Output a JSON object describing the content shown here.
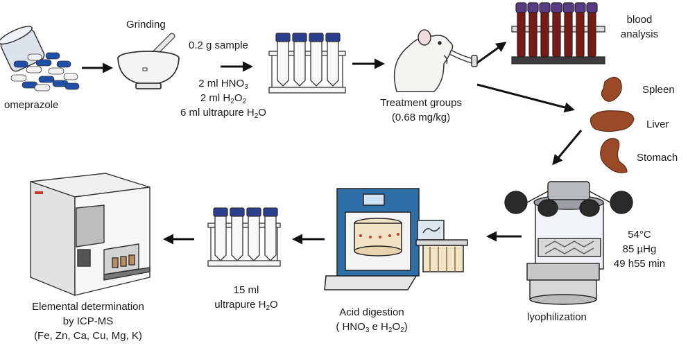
{
  "colors": {
    "capsule_blue": "#1f4fa8",
    "capsule_white": "#f2f2f2",
    "tube_cap": "#2a3f8f",
    "blood": "#7a1a12",
    "blood_cap": "#5b3a86",
    "organ": "#9a4a26",
    "device_blue": "#2e6fa8",
    "instrument_grey": "#e6e6e6",
    "arrow": "#111111"
  },
  "icons": [
    "capsules-icon",
    "mortar-pestle-icon",
    "sample-tubes-icon",
    "rat-icon",
    "blood-tubes-icon",
    "spleen-icon",
    "liver-icon",
    "stomach-icon",
    "lyophilizer-icon",
    "microwave-digester-icon",
    "digested-tubes-icon",
    "icp-ms-instrument-icon"
  ],
  "labels": {
    "omeprazole": "omeprazole",
    "grinding": "Grinding",
    "sample_mass": "0.2 g sample",
    "reagent_hno3_prefix": "2 ml HNO",
    "reagent_hno3_sub": "3",
    "reagent_h2o2_prefix": "2 ml H",
    "reagent_h2o2_sub1": "2",
    "reagent_h2o2_mid": "O",
    "reagent_h2o2_sub2": "2",
    "reagent_water_prefix": "6 ml ultrapure H",
    "reagent_water_sub": "2",
    "reagent_water_suffix": "O",
    "treatment_groups": "Treatment groups",
    "dose": "(0.68 mg/kg)",
    "blood_line1": "blood",
    "blood_line2": "analysis",
    "spleen": "Spleen",
    "liver": "Liver",
    "stomach": "Stomach",
    "temperature": "54°C",
    "pressure": "85 µHg",
    "duration": "49 h55 min",
    "lyophilization": "lyophilization",
    "acid_digestion": "Acid digestion",
    "acid_open": "( HNO",
    "acid_sub1": "3",
    "acid_mid": " e H",
    "acid_sub2": "2",
    "acid_mid2": "O",
    "acid_sub3": "2",
    "acid_close": ")",
    "dilution_volume": "15 ml",
    "dilution_prefix": "ultrapure H",
    "dilution_sub": "2",
    "dilution_suffix": "O",
    "elemental_line1": "Elemental determination",
    "elemental_line2": "by ICP-MS",
    "elemental_line3": "(Fe, Zn, Ca, Cu, Mg, K)"
  }
}
